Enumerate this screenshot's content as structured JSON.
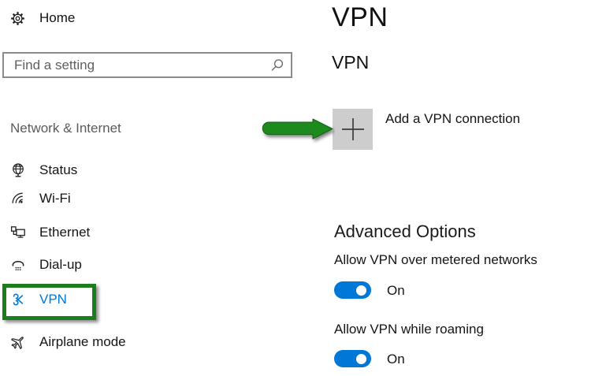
{
  "colors": {
    "accent_blue": "#0078d7",
    "annotation_green": "#1d8a1d",
    "annotation_box_green": "#1d7d1d",
    "add_button_gray": "#cdcdcd"
  },
  "sidebar": {
    "home_label": "Home",
    "search_placeholder": "Find a setting",
    "section_label": "Network & Internet",
    "items": [
      {
        "label": "Status",
        "icon": "globe-icon"
      },
      {
        "label": "Wi-Fi",
        "icon": "wifi-icon"
      },
      {
        "label": "Ethernet",
        "icon": "ethernet-icon"
      },
      {
        "label": "Dial-up",
        "icon": "dialup-icon"
      },
      {
        "label": "VPN",
        "icon": "vpn-icon",
        "selected": true
      },
      {
        "label": "Airplane mode",
        "icon": "airplane-icon"
      }
    ]
  },
  "main": {
    "page_title": "VPN",
    "section_title": "VPN",
    "add_button_label": "Add a VPN connection",
    "advanced_heading": "Advanced Options",
    "settings": [
      {
        "label": "Allow VPN over metered networks",
        "state": "On"
      },
      {
        "label": "Allow VPN while roaming",
        "state": "On"
      }
    ]
  }
}
